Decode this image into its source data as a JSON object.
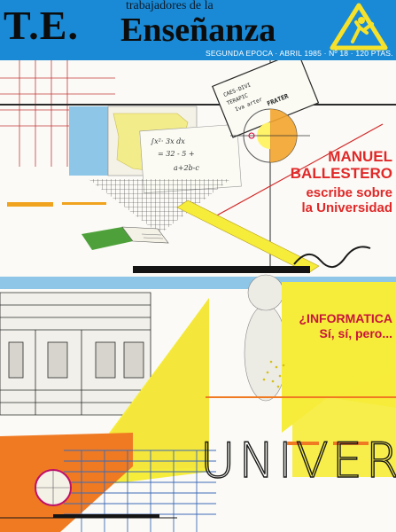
{
  "masthead": {
    "short_title": "T.E.",
    "kicker": "trabajadores de la",
    "title": "Enseñanza",
    "issue_line": "SEGUNDA EPOCA · ABRIL 1985 · Nº 18 · 120 PTAS."
  },
  "headlines": {
    "name_line1": "MANUEL",
    "name_line2": "BALLESTERO",
    "sub_line1": "escribe sobre",
    "sub_line2": "la Universidad",
    "info_line1": "¿INFORMATICA",
    "info_line2": "Sí, sí, pero..."
  },
  "artwork": {
    "note_card": [
      "CAES-DIVI",
      "TERAPIC",
      "Iva arter",
      "FRATER"
    ],
    "formula": [
      "∫x²· 3x dx",
      "= 32 - 5 +",
      "a+2b-c"
    ],
    "bottom_word": "UNIVERS"
  },
  "colors": {
    "masthead_blue": "#1a8ad6",
    "headline_red": "#e02828",
    "accent_yellow": "#f6ec3a",
    "accent_orange": "#f07a22"
  }
}
